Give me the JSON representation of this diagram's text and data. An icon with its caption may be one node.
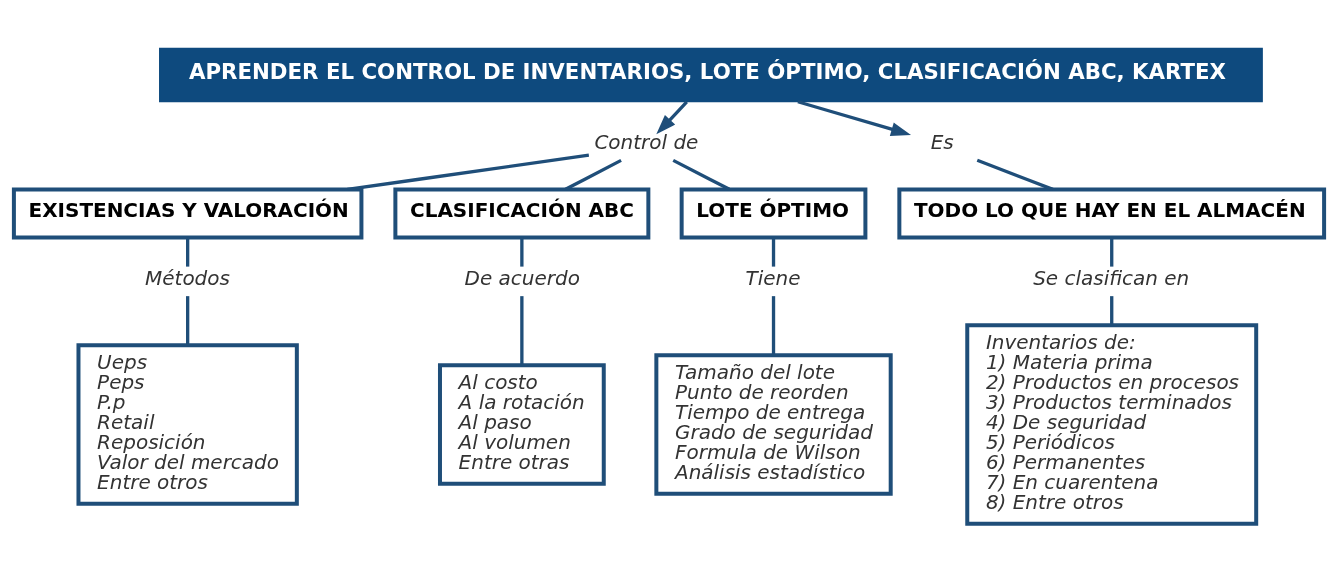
{
  "diagram": {
    "nodes": [
      {
        "text": [
          "APRENDER EL CONTROL DE INVENTARIOS, LOTE ÓPTIMO, CLASIFICACIÓN ABC, KARTEX"
        ]
      },
      {
        "text": [
          "Control de"
        ]
      },
      {
        "text": [
          "EXISTENCIAS Y VALORACIÓN"
        ]
      },
      {
        "text": [
          "CLASIFICACIÓN ABC"
        ]
      },
      {
        "text": [
          "LOTE ÓPTIMO"
        ]
      },
      {
        "text": [
          "Es"
        ]
      },
      {
        "text": [
          "TODO LO QUE HAY EN EL ALMACÉN"
        ]
      },
      {
        "text": [
          "Métodos"
        ]
      },
      {
        "text": [
          "Ueps",
          "Peps",
          "P.p",
          "Retail",
          "Reposición",
          "Valor del mercado",
          "Entre otros"
        ]
      },
      {
        "text": [
          "De acuerdo"
        ]
      },
      {
        "text": [
          "Al costo",
          "A la rotación",
          "Al paso",
          "Al volumen",
          "Entre otras"
        ]
      },
      {
        "text": [
          "Tiene"
        ]
      },
      {
        "text": [
          "Tamaño del lote",
          "Punto de reorden",
          "Tiempo de entrega",
          "Grado de seguridad",
          "Formula de Wilson",
          "Análisis estadístico"
        ]
      },
      {
        "text": [
          "Se clasifican en"
        ]
      },
      {
        "text": [
          "Inventarios de:",
          "1) Materia prima",
          "2) Productos en procesos",
          "3) Productos terminados",
          "4) De seguridad",
          "5) Periódicos",
          "6) Permanentes",
          "7) En cuarentena",
          "8) Entre otros"
        ]
      }
    ],
    "edges": [
      {
        "from": 0,
        "to": 1,
        "arrow": "to"
      },
      {
        "from": 1,
        "to": 2,
        "arrow": "none"
      },
      {
        "from": 1,
        "to": 3,
        "arrow": "none"
      },
      {
        "from": 1,
        "to": 4,
        "arrow": "none"
      },
      {
        "from": 0,
        "to": 5,
        "arrow": "to"
      },
      {
        "from": 5,
        "to": 6,
        "arrow": "none"
      },
      {
        "from": 2,
        "to": 7,
        "arrow": "none"
      },
      {
        "from": 7,
        "to": 8,
        "arrow": "none"
      },
      {
        "from": 3,
        "to": 9,
        "arrow": "none"
      },
      {
        "from": 9,
        "to": 10,
        "arrow": "none"
      },
      {
        "from": 4,
        "to": 11,
        "arrow": "none"
      },
      {
        "from": 11,
        "to": 12,
        "arrow": "none"
      },
      {
        "from": 6,
        "to": 13,
        "arrow": "none"
      },
      {
        "from": 13,
        "to": 14,
        "arrow": "none"
      }
    ]
  }
}
